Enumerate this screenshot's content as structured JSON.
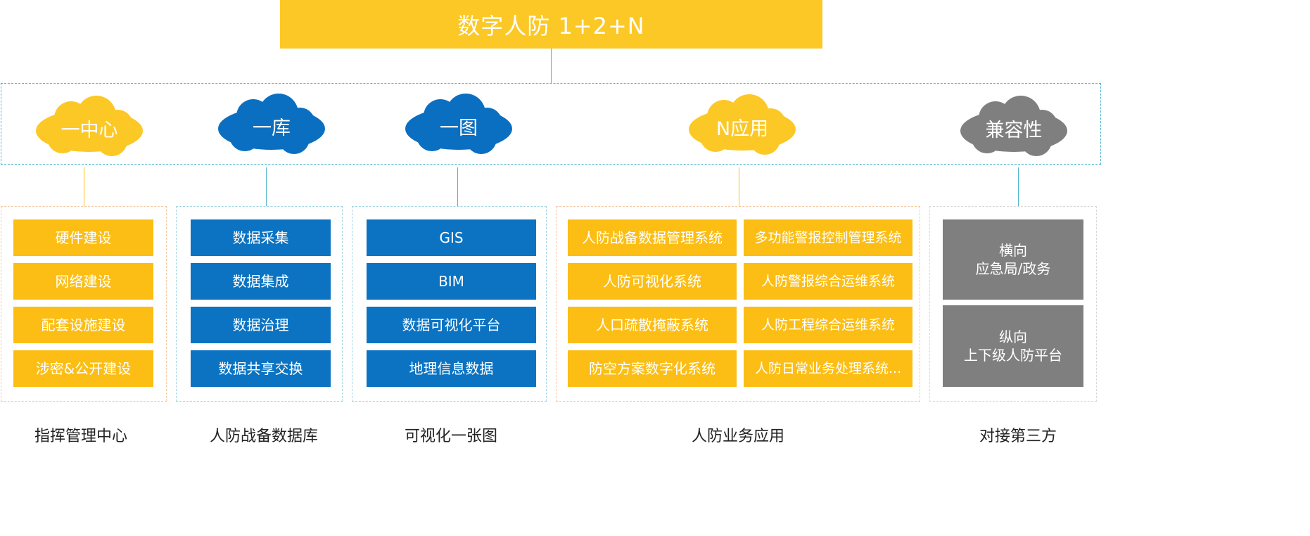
{
  "title": "数字人防 1+2+N",
  "colors": {
    "yellow": "#FCBE14",
    "blue": "#0B73C2",
    "gray": "#7F7F7F",
    "band_border": "#4EB5CF"
  },
  "clouds": [
    {
      "label": "一中心",
      "color": "#FCC826"
    },
    {
      "label": "一库",
      "color": "#0B6FC1"
    },
    {
      "label": "一图",
      "color": "#0B6FC1"
    },
    {
      "label": "N应用",
      "color": "#FCC826"
    },
    {
      "label": "兼容性",
      "color": "#7F7F7F"
    }
  ],
  "columns": [
    {
      "caption": "指挥管理中心",
      "items": [
        "硬件建设",
        "网络建设",
        "配套设施建设",
        "涉密&公开建设"
      ]
    },
    {
      "caption": "人防战备数据库",
      "items": [
        "数据采集",
        "数据集成",
        "数据治理",
        "数据共享交换"
      ]
    },
    {
      "caption": "可视化一张图",
      "items": [
        "GIS",
        "BIM",
        "数据可视化平台",
        "地理信息数据"
      ]
    },
    {
      "caption": "人防业务应用",
      "items_left": [
        "人防战备数据管理系统",
        "人防可视化系统",
        "人口疏散掩蔽系统",
        "防空方案数字化系统"
      ],
      "items_right": [
        "多功能警报控制管理系统",
        "人防警报综合运维系统",
        "人防工程综合运维系统",
        "人防日常业务处理系统..."
      ]
    },
    {
      "caption": "对接第三方",
      "items": [
        {
          "line1": "横向",
          "line2": "应急局/政务"
        },
        {
          "line1": "纵向",
          "line2": "上下级人防平台"
        }
      ]
    }
  ]
}
